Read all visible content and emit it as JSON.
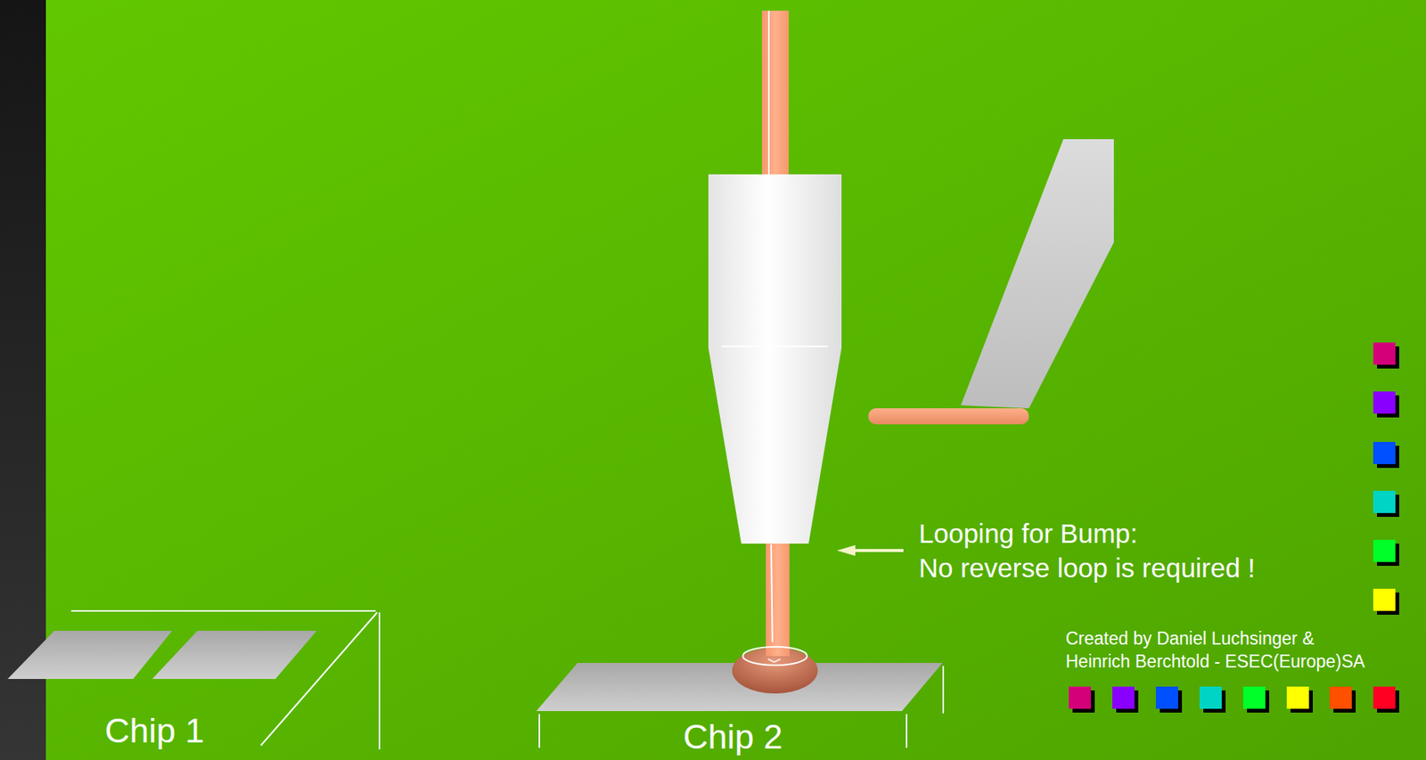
{
  "diagram": {
    "labels": [
      "Looping for Bump:",
      "No reverse loop is required !",
      "Created by Daniel Luchsinger &",
      "Heinrich Berchtold - ESEC(Europe)SA",
      "Chip 1",
      "Chip 2"
    ]
  }
}
